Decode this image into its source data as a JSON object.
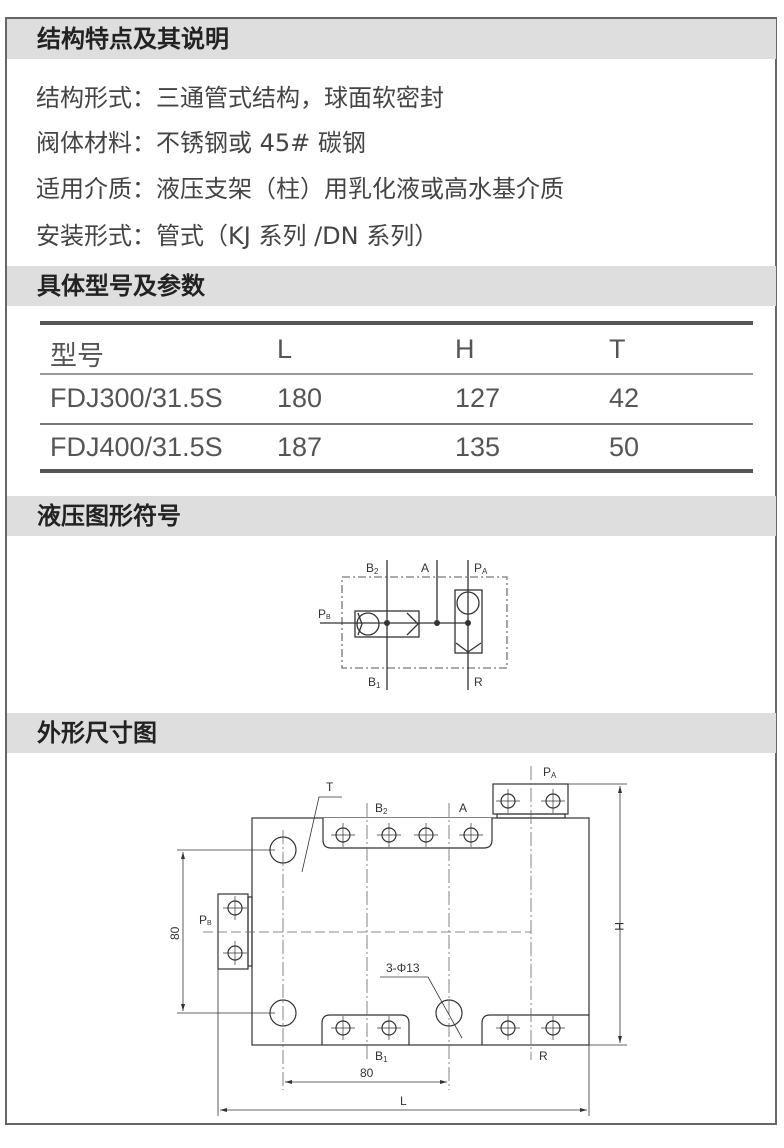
{
  "sections": {
    "structure": {
      "title": "结构特点及其说明",
      "lines": [
        "结构形式：三通管式结构，球面软密封",
        "阀体材料：不锈钢或 45# 碳钢",
        "适用介质：液压支架（柱）用乳化液或高水基介质",
        "安装形式：管式（KJ 系列 /DN 系列）"
      ]
    },
    "models": {
      "title": "具体型号及参数",
      "headers": [
        "型号",
        "L",
        "H",
        "T"
      ],
      "rows": [
        [
          "FDJ300/31.5S",
          "180",
          "127",
          "42"
        ],
        [
          "FDJ400/31.5S",
          "187",
          "135",
          "50"
        ]
      ]
    },
    "symbol": {
      "title": "液压图形符号",
      "labels": {
        "B2": "B",
        "B2_sub": "2",
        "A": "A",
        "PA": "P",
        "PA_sub": "A",
        "PB": "P",
        "PB_sub": "B",
        "B1": "B",
        "B1_sub": "1",
        "R": "R"
      }
    },
    "dimensions": {
      "title": "外形尺寸图",
      "labels": {
        "T": "T",
        "B2": "B",
        "B2_sub": "2",
        "A": "A",
        "PA": "P",
        "PA_sub": "A",
        "PB": "P",
        "PB_sub": "B",
        "B1": "B",
        "B1_sub": "1",
        "R": "R",
        "H": "H",
        "L": "L",
        "dim80_v": "80",
        "dim80_h": "80",
        "holes": "3-Φ13"
      }
    }
  }
}
